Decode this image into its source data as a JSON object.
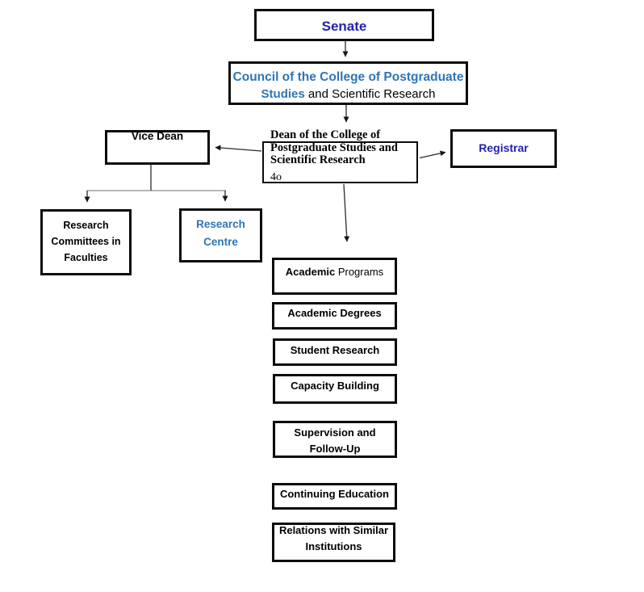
{
  "diagram": "Organization chart of the College of Postgraduate Studies and Scientific Research",
  "palette": {
    "navy_text": "#2323AC",
    "blue_text": "#2E75B6",
    "box_border": "#0B0B0B",
    "connector": "#2B2B2B",
    "background": "#FFFFFF"
  },
  "nodes": {
    "senate": {
      "label": "Senate"
    },
    "council": {
      "line1": "Council of the College of Postgraduate",
      "line2_highlight": "Studies",
      "line2_rest": " and Scientific Research"
    },
    "vice_dean": {
      "label": "Vice Dean"
    },
    "dean": {
      "line1": "Dean of the College of",
      "line2": "Postgraduate Studies and",
      "line3": "Scientific Research",
      "note": "4o"
    },
    "registrar": {
      "label": "Registrar"
    },
    "research_committees": {
      "line1": "Research",
      "line2": "Committees in",
      "line3": "Faculties"
    },
    "research_centre": {
      "line1": "Research",
      "line2": "Centre"
    },
    "academic_programs": {
      "highlight": "Academic",
      "rest": " Programs"
    },
    "academic_degrees": {
      "label": "Academic Degrees"
    },
    "student_research": {
      "label": "Student Research"
    },
    "capacity_building": {
      "label": "Capacity Building"
    },
    "supervision": {
      "line1": "Supervision and",
      "line2": "Follow-Up"
    },
    "continuing_education": {
      "label": "Continuing Education"
    },
    "relations": {
      "line1": "Relations with Similar",
      "line2": "Institutions"
    }
  }
}
